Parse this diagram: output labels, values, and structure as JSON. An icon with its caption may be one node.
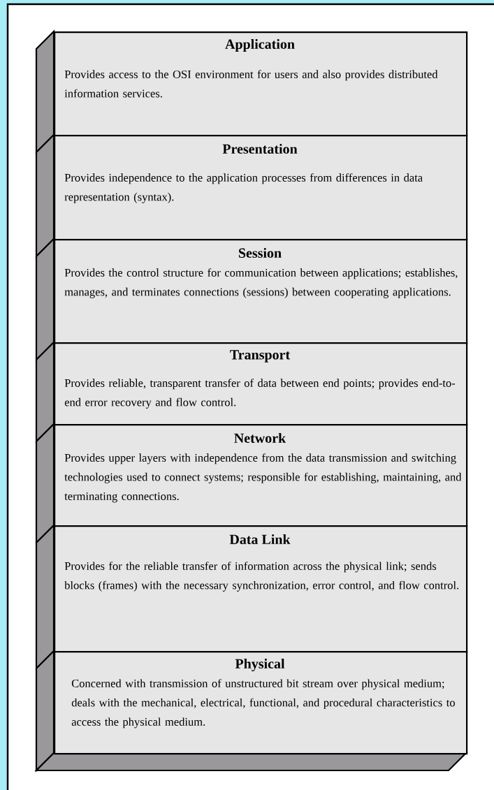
{
  "diagram": {
    "nodes": [
      {
        "text": [
          "Application",
          "Provides access to the OSI environment for users and also provides distributed information services."
        ]
      },
      {
        "text": [
          "Presentation",
          "Provides independence to the application processes from differences in data representation (syntax)."
        ]
      },
      {
        "text": [
          "Session",
          "Provides the control structure for communication between applications; establishes, manages, and terminates connections (sessions) between cooperating applications."
        ]
      },
      {
        "text": [
          "Transport",
          "Provides reliable, transparent transfer of data between end points; provides end-to-end error recovery and flow control."
        ]
      },
      {
        "text": [
          "Network",
          "Provides upper layers with independence from the data transmission and switching technologies used to connect systems; responsible for establishing, maintaining, and terminating connections."
        ]
      },
      {
        "text": [
          "Data Link",
          "Provides for the reliable transfer of information across the physical link; sends blocks (frames) with the necessary synchronization, error control, and flow control."
        ]
      },
      {
        "text": [
          "Physical",
          "Concerned with transmission of unstructured bit stream over physical medium; deals with the mechanical, electrical, functional, and procedural characteristics to access the physical medium."
        ]
      }
    ]
  }
}
